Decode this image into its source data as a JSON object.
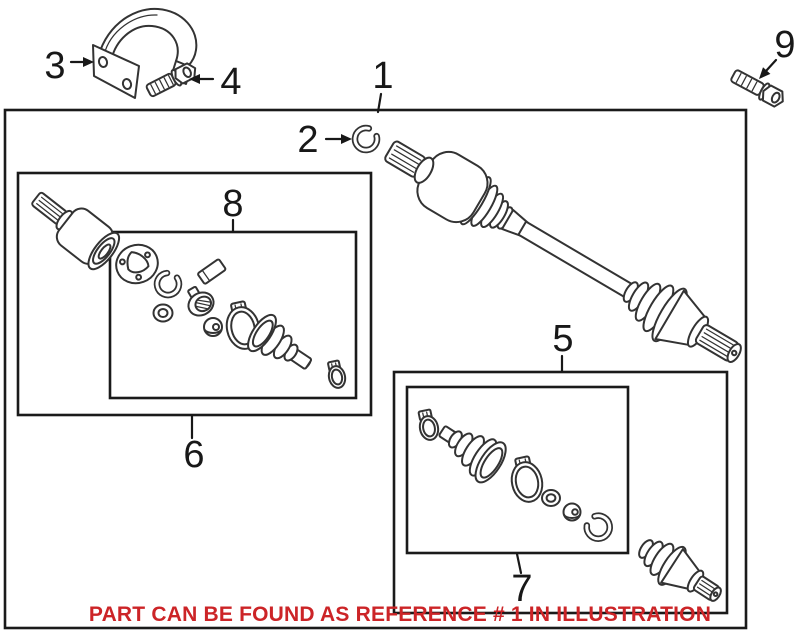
{
  "diagram": {
    "type": "exploded-parts-illustration",
    "subject": "front CV axle shaft assembly with joint and boot kits",
    "note": {
      "text": "PART CAN BE FOUND AS REFERENCE # 1 IN ILLUSTRATION",
      "color": "#cc2427"
    },
    "callouts": [
      {
        "label": "1",
        "part": "axle-shaft-assembly"
      },
      {
        "label": "2",
        "part": "snap-ring"
      },
      {
        "label": "3",
        "part": "clamp-bracket"
      },
      {
        "label": "4",
        "part": "bracket-bolt"
      },
      {
        "label": "5",
        "part": "outer-joint-kit-group"
      },
      {
        "label": "6",
        "part": "inner-joint-kit-group"
      },
      {
        "label": "7",
        "part": "outer-boot-kit"
      },
      {
        "label": "8",
        "part": "inner-boot-kit"
      },
      {
        "label": "9",
        "part": "hex-flange-bolt"
      }
    ],
    "colors": {
      "background": "#ffffff",
      "line": "#333333",
      "box_border": "#1a1a1a",
      "note_red": "#cc2427"
    }
  }
}
